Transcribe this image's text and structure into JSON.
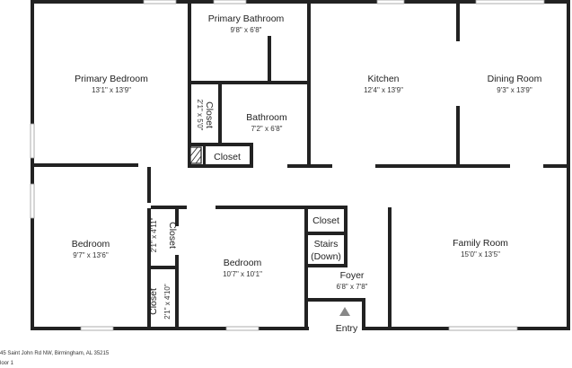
{
  "rooms": {
    "primary_bathroom": {
      "name": "Primary Bathroom",
      "dims": "9'8\" x 6'8\""
    },
    "primary_bedroom": {
      "name": "Primary Bedroom",
      "dims": "13'1\" x 13'9\""
    },
    "kitchen": {
      "name": "Kitchen",
      "dims": "12'4\" x 13'9\""
    },
    "dining_room": {
      "name": "Dining Room",
      "dims": "9'3\" x 13'9\""
    },
    "closet_upper": {
      "name": "Closet",
      "dims": "2'1\" x 5'0\""
    },
    "bathroom": {
      "name": "Bathroom",
      "dims": "7'2\" x 6'8\""
    },
    "closet_hall": {
      "name": "Closet"
    },
    "closet_foyer": {
      "name": "Closet"
    },
    "stairs_label1": "Stairs",
    "stairs_label2": "(Down)",
    "bedroom_left": {
      "name": "Bedroom",
      "dims": "9'7\" x 13'6\""
    },
    "closet_mid": {
      "name": "Closet",
      "dims": "2'1\" x 4'11\""
    },
    "bedroom_center": {
      "name": "Bedroom",
      "dims": "10'7\" x 10'1\""
    },
    "family_room": {
      "name": "Family Room",
      "dims": "15'0\" x 13'5\""
    },
    "foyer": {
      "name": "Foyer",
      "dims": "6'8\" x 7'8\""
    },
    "closet_lower": {
      "name": "Closet",
      "dims": "2'1\" x 4'10\""
    }
  },
  "entry_label": "Entry",
  "footer": {
    "address": "45 Saint John Rd NW, Birmingham, AL 35215",
    "floor": "loor 1"
  }
}
